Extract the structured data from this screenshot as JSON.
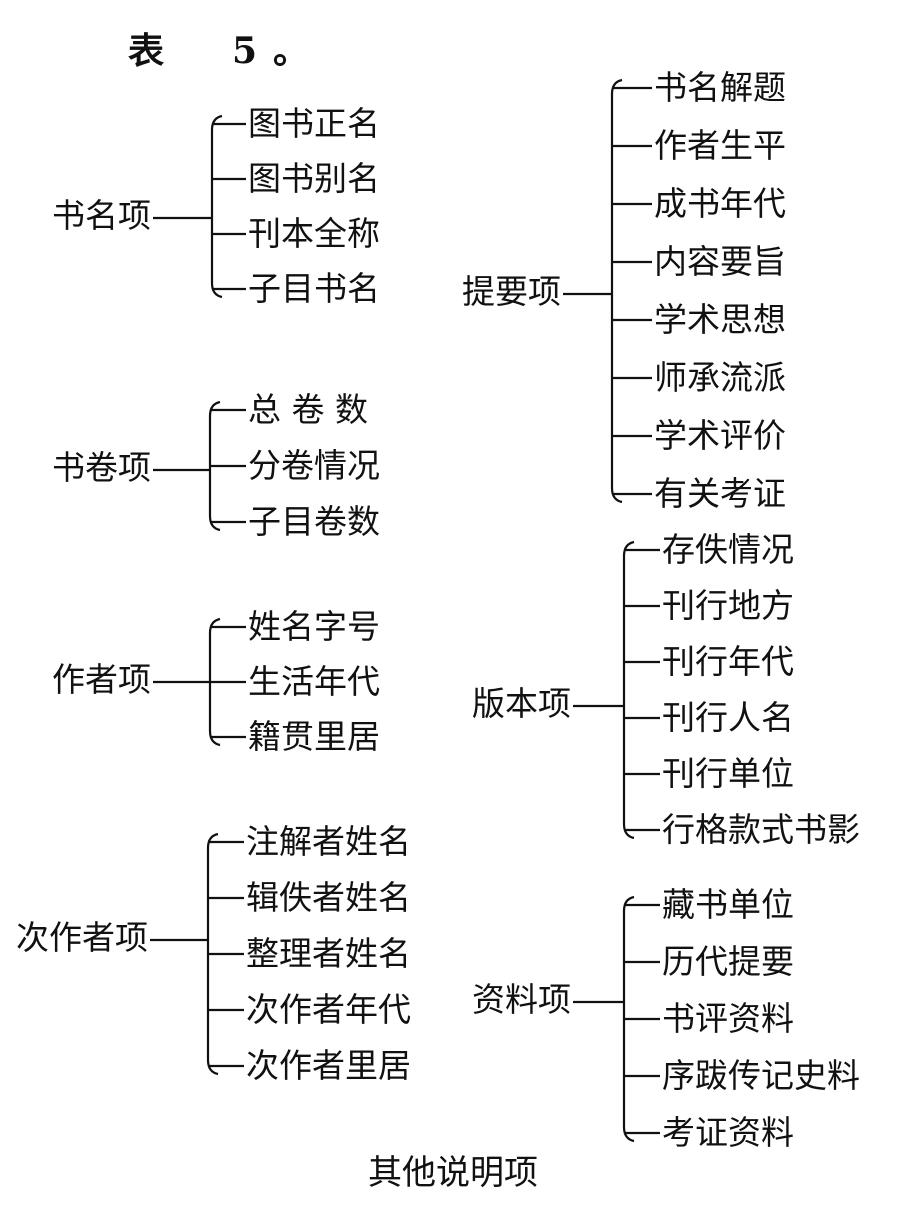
{
  "title": "表　5。",
  "footer": "其他说明项",
  "groups": [
    {
      "name": "书名项",
      "items": [
        "图书正名",
        "图书别名",
        "刊本全称",
        "子目书名"
      ]
    },
    {
      "name": "书卷项",
      "items": [
        "总 卷 数",
        "分卷情况",
        "子目卷数"
      ]
    },
    {
      "name": "作者项",
      "items": [
        "姓名字号",
        "生活年代",
        "籍贯里居"
      ]
    },
    {
      "name": "次作者项",
      "items": [
        "注解者姓名",
        "辑佚者姓名",
        "整理者姓名",
        "次作者年代",
        "次作者里居"
      ]
    },
    {
      "name": "提要项",
      "items": [
        "书名解题",
        "作者生平",
        "成书年代",
        "内容要旨",
        "学术思想",
        "师承流派",
        "学术评价",
        "有关考证"
      ]
    },
    {
      "name": "版本项",
      "items": [
        "存佚情况",
        "刊行地方",
        "刊行年代",
        "刊行人名",
        "刊行单位",
        "行格款式书影"
      ]
    },
    {
      "name": "资料项",
      "items": [
        "藏书单位",
        "历代提要",
        "书评资料",
        "序跋传记史料",
        "考证资料"
      ]
    }
  ]
}
